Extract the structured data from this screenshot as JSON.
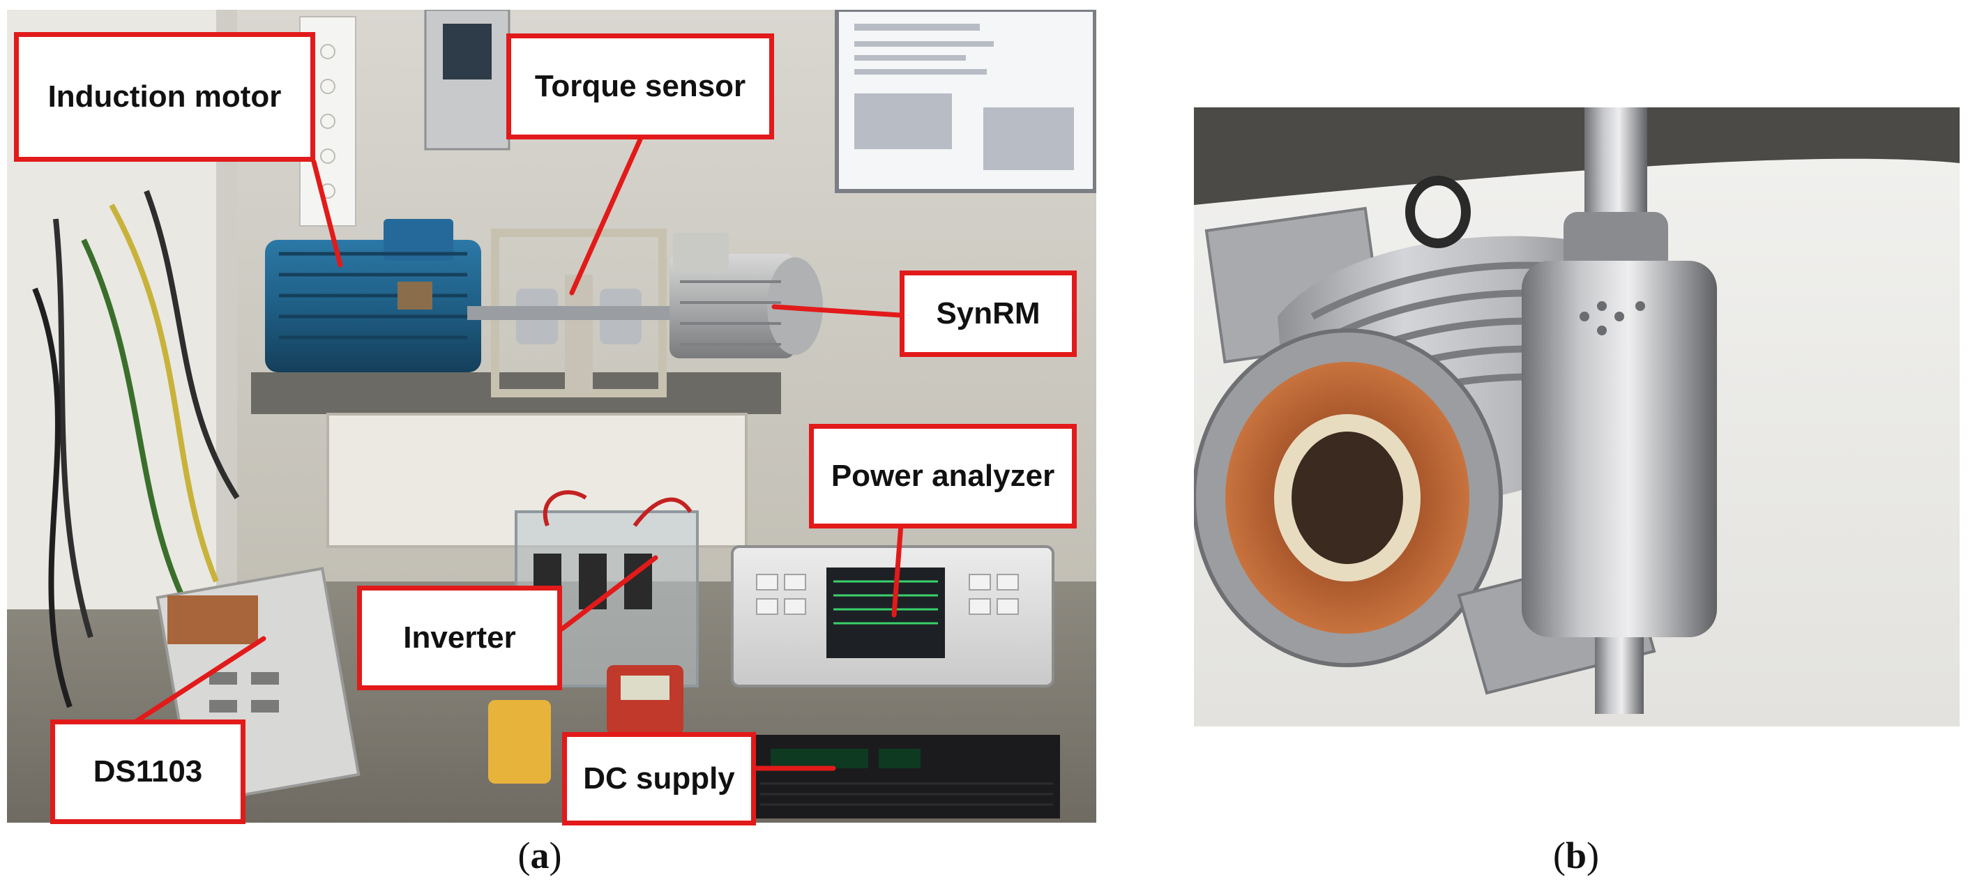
{
  "panel_a": {
    "open_paren": "(",
    "letter": "a",
    "close_paren": ")",
    "callouts": {
      "induction_motor": "Induction motor",
      "torque_sensor": "Torque sensor",
      "synrm": "SynRM",
      "power_analyzer": "Power analyzer",
      "inverter": "Inverter",
      "ds1103": "DS1103",
      "dc_supply": "DC supply"
    }
  },
  "panel_b": {
    "open_paren": "(",
    "letter": "b",
    "close_paren": ")"
  },
  "colors": {
    "callout_border": "#e21a1a",
    "leader_line": "#e21a1a",
    "motor_blue": "#1f5f86",
    "stator_copper": "#a6552a"
  }
}
